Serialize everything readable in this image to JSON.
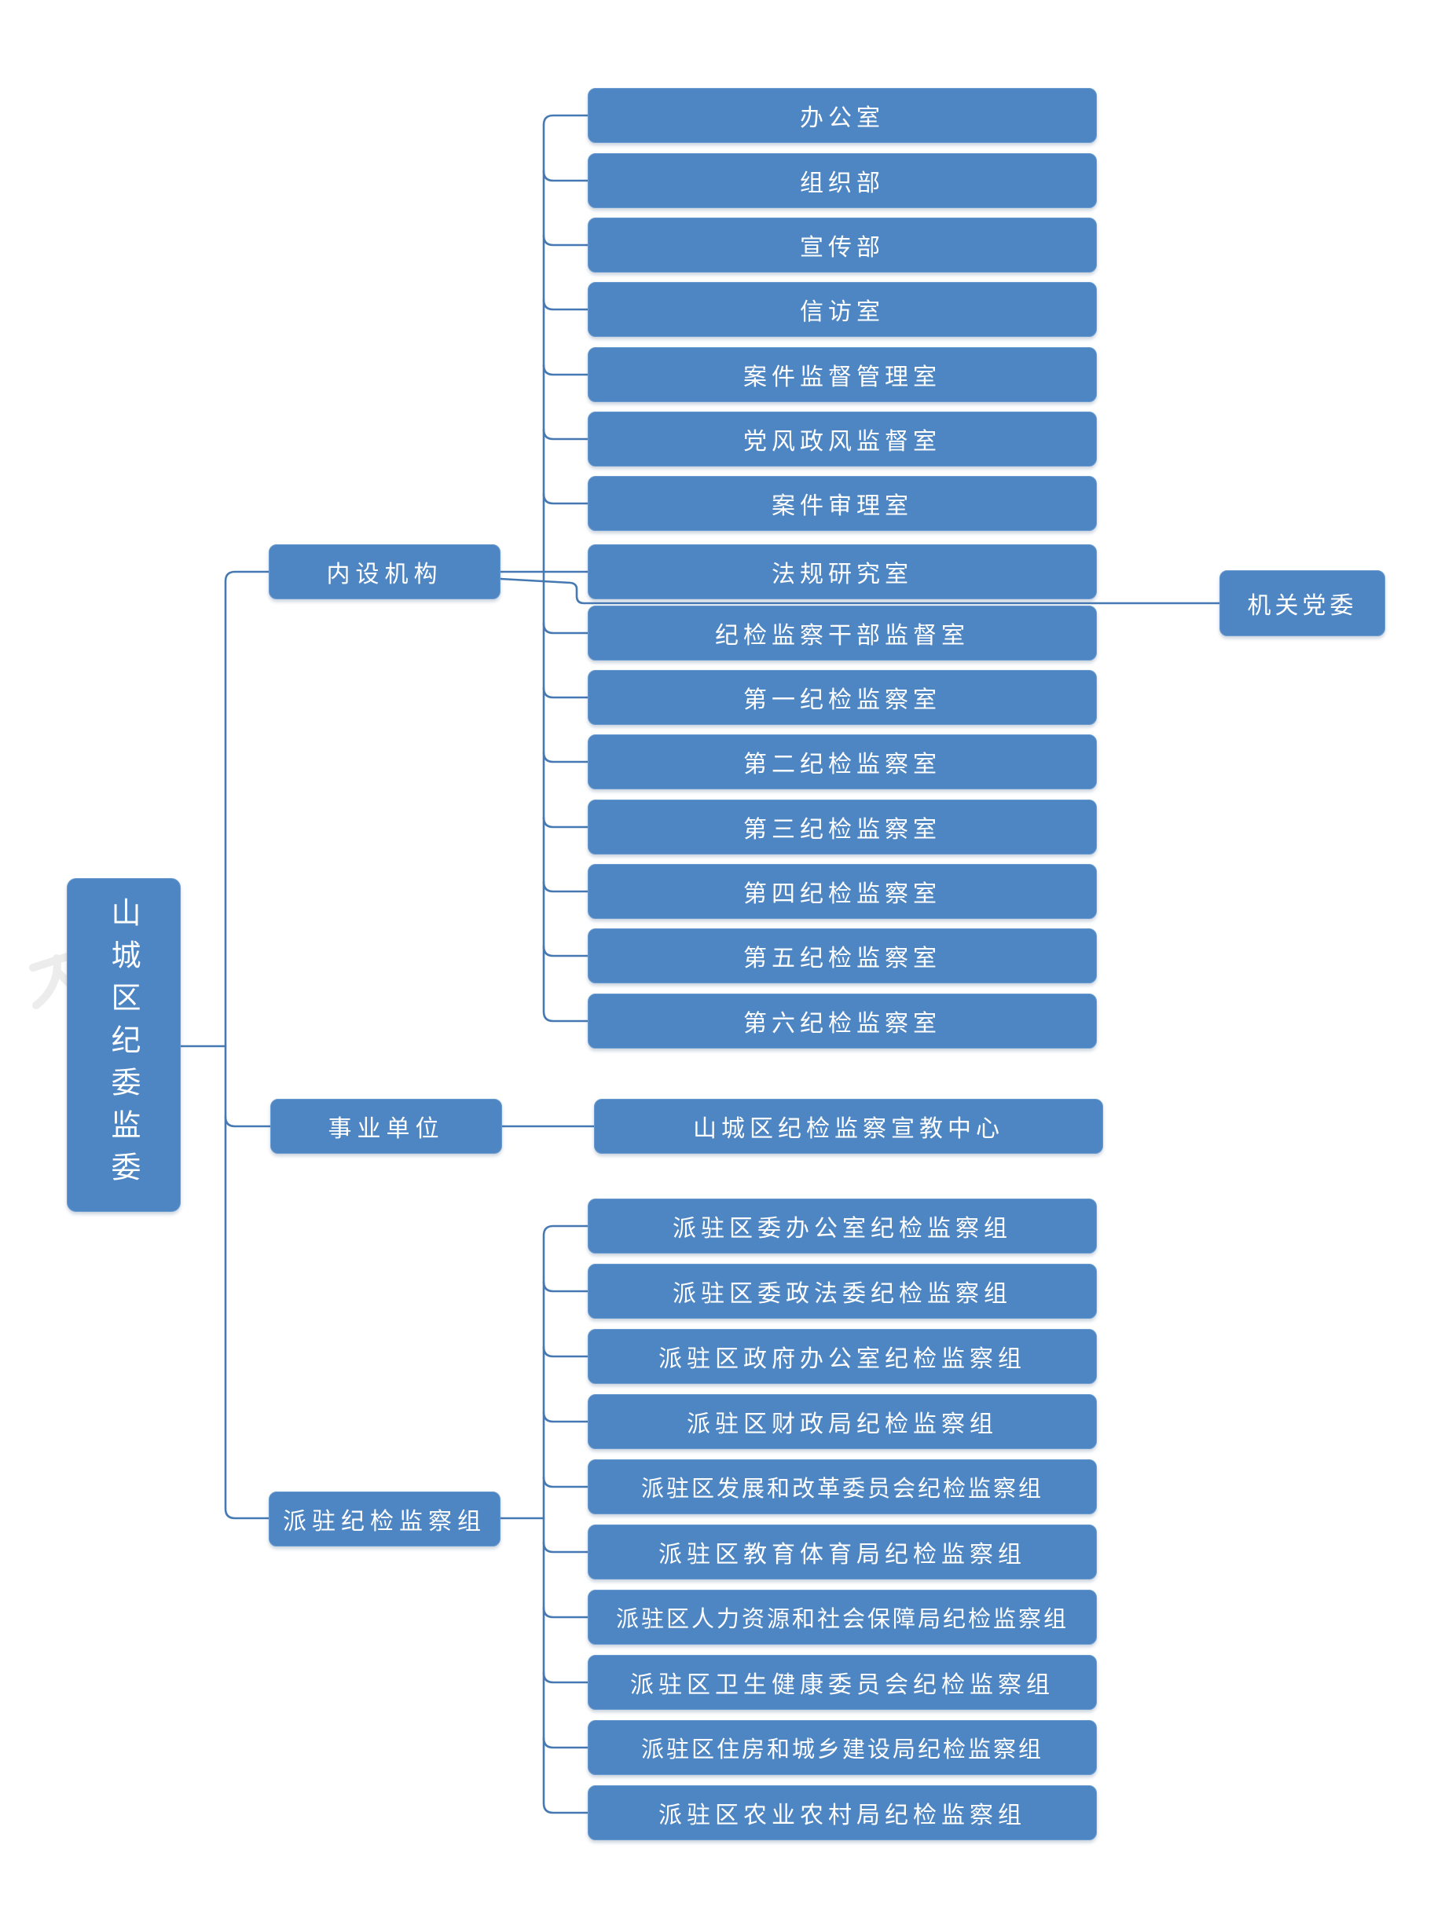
{
  "diagram": {
    "type": "org-chart",
    "orientation": "left-to-right"
  },
  "root": {
    "label": "山城区纪委监委"
  },
  "branches": [
    {
      "label": "内设机构",
      "children": [
        "办公室",
        "组织部",
        "宣传部",
        "信访室",
        "案件监督管理室",
        "党风政风监督室",
        "案件审理室",
        "法规研究室",
        "纪检监察干部监督室",
        "第一纪检监察室",
        "第二纪检监察室",
        "第三纪检监察室",
        "第四纪检监察室",
        "第五纪检监察室",
        "第六纪检监察室"
      ],
      "affiliated": "机关党委"
    },
    {
      "label": "事业单位",
      "children": [
        "山城区纪检监察宣教中心"
      ]
    },
    {
      "label": "派驻纪检监察组",
      "children": [
        "派驻区委办公室纪检监察组",
        "派驻区委政法委纪检监察组",
        "派驻区政府办公室纪检监察组",
        "派驻区财政局纪检监察组",
        "派驻区发展和改革委员会纪检监察组",
        "派驻区教育体育局纪检监察组",
        "派驻区人力资源和社会保障局纪检监察组",
        "派驻区卫生健康委员会纪检监察组",
        "派驻区住房和城乡建设局纪检监察组",
        "派驻区农业农村局纪检监察组"
      ]
    }
  ],
  "colors": {
    "node_fill": "#4e86c3",
    "node_text": "#ffffff",
    "connector": "#4679b2",
    "background": "#ffffff"
  }
}
